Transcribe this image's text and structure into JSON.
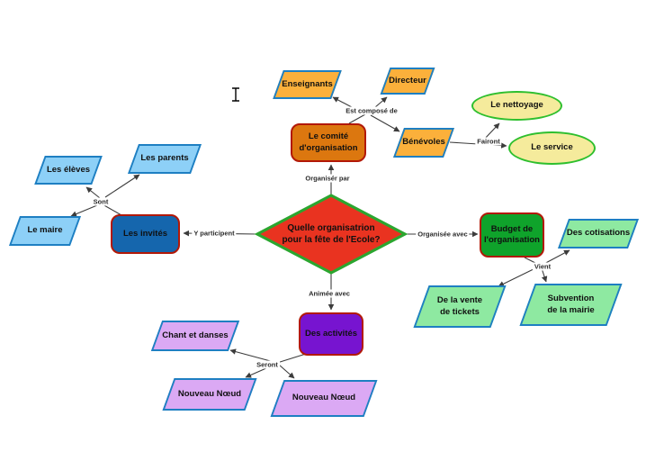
{
  "app": {
    "background": "#ffffff"
  },
  "palette": {
    "edge_line": "#3c3c3c",
    "edge_label_text": "#2b2b2b",
    "rect_border_dark_red": "#b21807",
    "parallelogram_border_blue": "#1e7fc2",
    "ellipse_border_green": "#2ebf2e",
    "diamond_fill_red": "#e93320",
    "diamond_border_green": "#2ba62f",
    "orange_fill": "#dc770f",
    "amber_fill": "#fbb03b",
    "blue_fill": "#1566ad",
    "light_blue_fill": "#8dd0f7",
    "green_fill": "#0fa32b",
    "light_green_fill": "#8ee9a1",
    "purple_fill": "#7714d0",
    "light_purple_fill": "#dba9f4",
    "pale_yellow_fill": "#f5eb9c"
  },
  "nodes": [
    {
      "id": "central-question",
      "shape": "diamond",
      "label": "Quelle organisatrion\npour la fête de l'Ecole?",
      "fill": "#e93320",
      "border": "#2ba62f"
    },
    {
      "id": "comite",
      "shape": "rounded-rect",
      "label": "Le comité\nd'organisation",
      "fill": "#dc770f",
      "border": "#b21807"
    },
    {
      "id": "enseignants",
      "shape": "parallelogram",
      "label": "Enseignants",
      "fill": "#fbb03b",
      "border": "#1e7fc2"
    },
    {
      "id": "directeur",
      "shape": "parallelogram",
      "label": "Directeur",
      "fill": "#fbb03b",
      "border": "#1e7fc2"
    },
    {
      "id": "benevoles",
      "shape": "parallelogram",
      "label": "Bénévoles",
      "fill": "#fbb03b",
      "border": "#1e7fc2"
    },
    {
      "id": "le-nettoyage",
      "shape": "ellipse",
      "label": "Le nettoyage",
      "fill": "#f5eb9c",
      "border": "#2ebf2e"
    },
    {
      "id": "le-service",
      "shape": "ellipse",
      "label": "Le service",
      "fill": "#f5eb9c",
      "border": "#2ebf2e"
    },
    {
      "id": "les-eleves",
      "shape": "parallelogram",
      "label": "Les élèves",
      "fill": "#8dd0f7",
      "border": "#1e7fc2"
    },
    {
      "id": "les-parents",
      "shape": "parallelogram",
      "label": "Les parents",
      "fill": "#8dd0f7",
      "border": "#1e7fc2"
    },
    {
      "id": "le-maire",
      "shape": "parallelogram",
      "label": "Le maire",
      "fill": "#8dd0f7",
      "border": "#1e7fc2"
    },
    {
      "id": "les-invites",
      "shape": "rounded-rect",
      "label": "Les invités",
      "fill": "#1566ad",
      "border": "#b21807"
    },
    {
      "id": "budget",
      "shape": "rounded-rect",
      "label": "Budget de\nl'organisation",
      "fill": "#0fa32b",
      "border": "#b21807"
    },
    {
      "id": "des-cotisations",
      "shape": "parallelogram",
      "label": "Des cotisations",
      "fill": "#8ee9a1",
      "border": "#1e7fc2"
    },
    {
      "id": "de-la-vente-de-tickets",
      "shape": "parallelogram",
      "label": "De la vente\nde tickets",
      "fill": "#8ee9a1",
      "border": "#1e7fc2"
    },
    {
      "id": "subvention-de-la-mairie",
      "shape": "parallelogram",
      "label": "Subvention\nde la mairie",
      "fill": "#8ee9a1",
      "border": "#1e7fc2"
    },
    {
      "id": "des-activites",
      "shape": "rounded-rect",
      "label": "Des activités",
      "fill": "#7714d0",
      "border": "#b21807"
    },
    {
      "id": "chant-et-danses",
      "shape": "parallelogram",
      "label": "Chant et danses",
      "fill": "#dba9f4",
      "border": "#1e7fc2"
    },
    {
      "id": "nouveau-noeud-1",
      "shape": "parallelogram",
      "label": "Nouveau Nœud",
      "fill": "#dba9f4",
      "border": "#1e7fc2"
    },
    {
      "id": "nouveau-noeud-2",
      "shape": "parallelogram",
      "label": "Nouveau Nœud",
      "fill": "#dba9f4",
      "border": "#1e7fc2"
    }
  ],
  "edges": [
    {
      "from": "central-question",
      "to": "comite",
      "label": "Organisér par"
    },
    {
      "from": "comite",
      "to": [
        "enseignants",
        "directeur",
        "benevoles"
      ],
      "label": "Est composé de"
    },
    {
      "from": "benevoles",
      "to": [
        "le-nettoyage",
        "le-service"
      ],
      "label": "Fairont"
    },
    {
      "from": "central-question",
      "to": "les-invites",
      "label": "Y participent"
    },
    {
      "from": "les-invites",
      "to": [
        "les-eleves",
        "les-parents",
        "le-maire"
      ],
      "label": "Sont"
    },
    {
      "from": "central-question",
      "to": "budget",
      "label": "Organisée avec"
    },
    {
      "from": "budget",
      "to": [
        "des-cotisations",
        "de-la-vente-de-tickets",
        "subvention-de-la-mairie"
      ],
      "label": "Vient"
    },
    {
      "from": "central-question",
      "to": "des-activites",
      "label": "Animée avec"
    },
    {
      "from": "des-activites",
      "to": [
        "chant-et-danses",
        "nouveau-noeud-1",
        "nouveau-noeud-2"
      ],
      "label": "Seront"
    }
  ],
  "cursor": {
    "icon": "text-ibeam-cursor"
  }
}
